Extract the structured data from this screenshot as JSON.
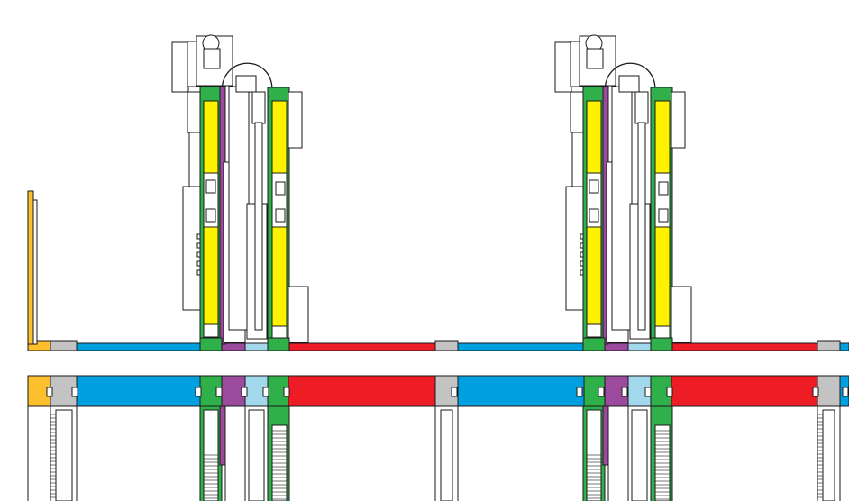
{
  "diagram": {
    "kind": "technical-elevation",
    "text_labels": [],
    "colors": {
      "background": "#ffffff",
      "outline": "#1a1a1a",
      "yellow": "#fff200",
      "green": "#2fb04a",
      "purple": "#9b4a9e",
      "light_blue": "#a2d8ec",
      "blue": "#00a0e0",
      "red": "#ee1c25",
      "gray": "#c3c3c3",
      "orange": "#fdbf2d"
    },
    "bands": [
      {
        "name": "upper-band",
        "segments": [
          "orange",
          "gray",
          "blue",
          "green",
          "purple",
          "light_blue",
          "green",
          "red",
          "gray",
          "blue",
          "green",
          "purple",
          "light_blue",
          "green",
          "red",
          "gray",
          "blue"
        ]
      },
      {
        "name": "lower-band",
        "segments": [
          "orange",
          "gray",
          "blue",
          "green",
          "purple",
          "light_blue",
          "green",
          "red",
          "gray",
          "blue",
          "green",
          "purple",
          "light_blue",
          "green",
          "red",
          "gray",
          "blue"
        ]
      }
    ],
    "assemblies": [
      {
        "name": "left-assembly"
      },
      {
        "name": "right-assembly"
      }
    ]
  }
}
